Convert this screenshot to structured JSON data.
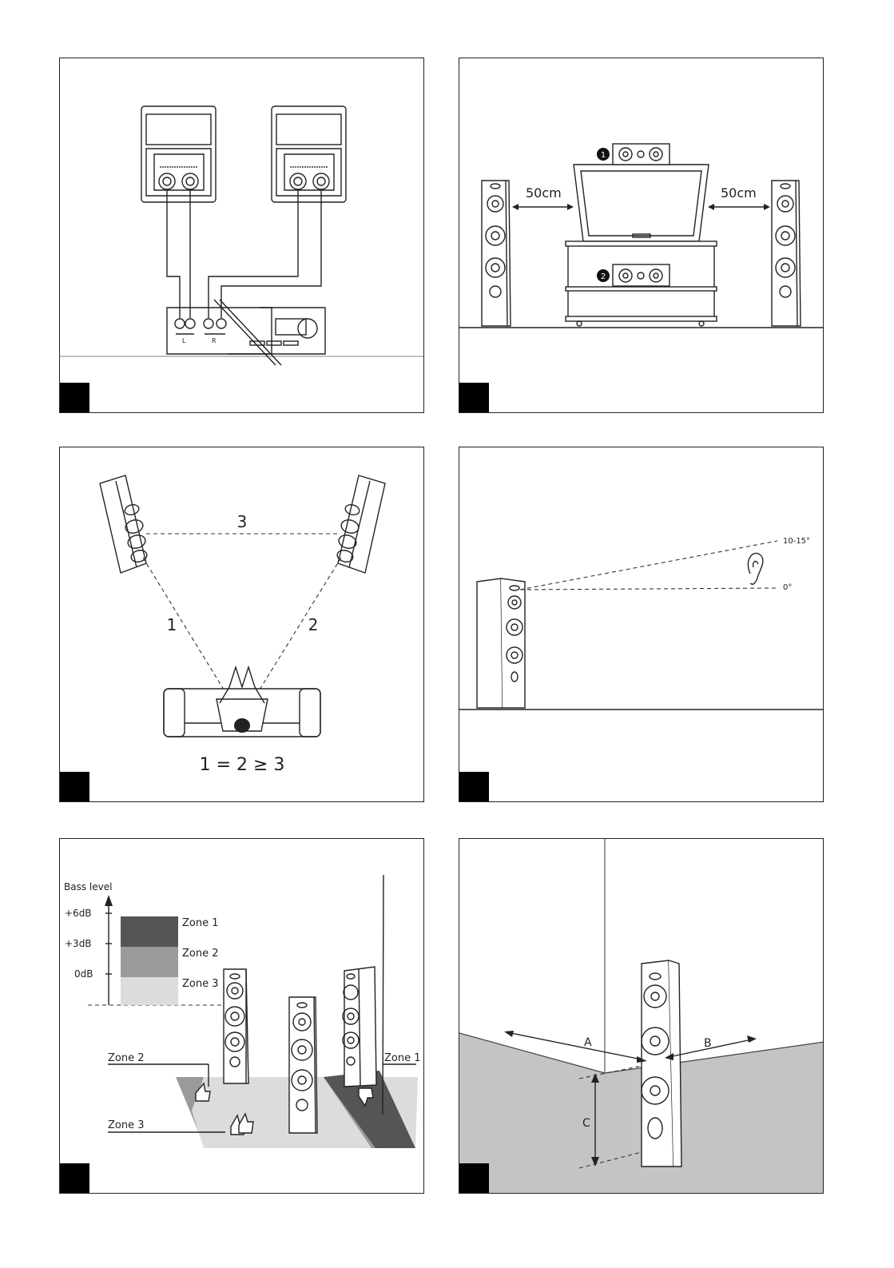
{
  "panel1": {
    "terminal_left": "L",
    "terminal_right": "R"
  },
  "panel2": {
    "distance_left": "50cm",
    "distance_right": "50cm",
    "marker_1": "1",
    "marker_2": "2"
  },
  "panel3": {
    "label_top": "3",
    "label_left": "1",
    "label_right": "2",
    "equation": "1 = 2 ≥ 3"
  },
  "panel4": {
    "angle_upper": "10-15°",
    "angle_lower": "0°"
  },
  "panel5": {
    "axis_title": "Bass level",
    "tick_6": "+6dB",
    "tick_3": "+3dB",
    "tick_0": "0dB",
    "legend_zone1": "Zone 1",
    "legend_zone2": "Zone 2",
    "legend_zone3": "Zone 3",
    "floor_zone2": "Zone 2",
    "floor_zone3": "Zone 3",
    "floor_zone1": "Zone 1",
    "zone_colors": {
      "zone1": "#555555",
      "zone2": "#9a9a9a",
      "zone3": "#dcdcdc"
    }
  },
  "panel6": {
    "label_a": "A",
    "label_b": "B",
    "label_c": "C"
  }
}
